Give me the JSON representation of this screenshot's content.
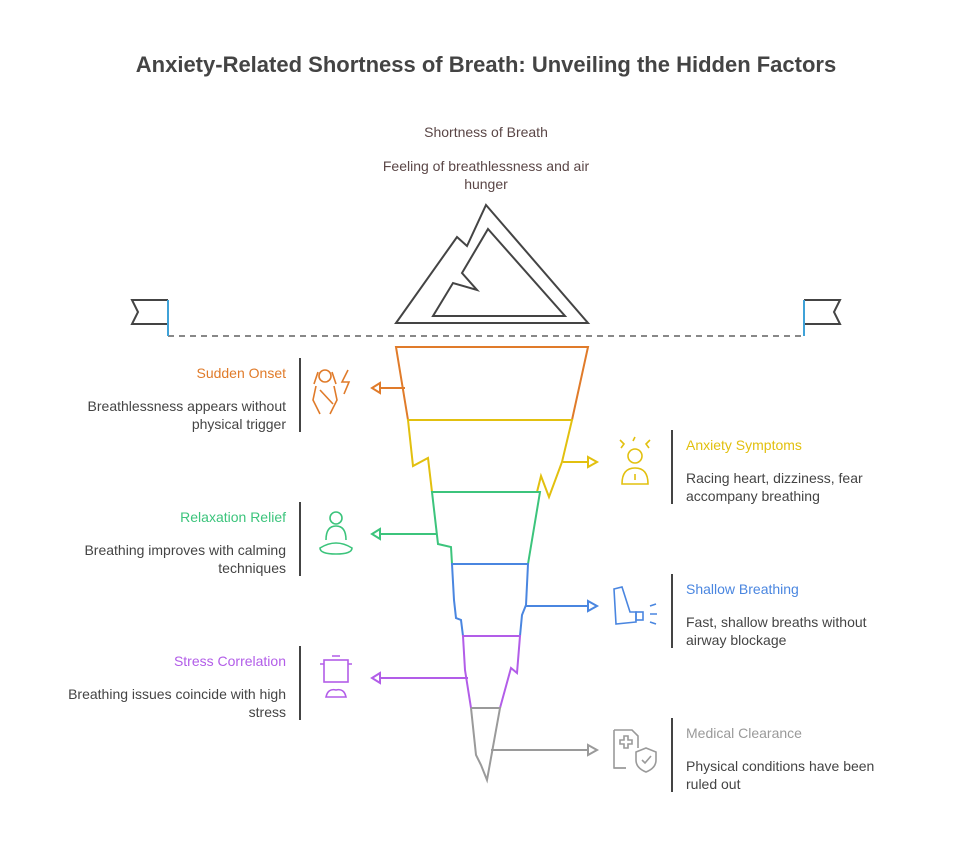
{
  "title": "Anxiety-Related Shortness of Breath: Unveiling the Hidden Factors",
  "top": {
    "heading": "Shortness of Breath",
    "text": "Feeling of breathlessness and air hunger"
  },
  "colors": {
    "orange": "#e07b2a",
    "yellow": "#e2c00f",
    "green": "#3cc47c",
    "blue": "#4a86e0",
    "purple": "#b25de8",
    "gray": "#9a9a9a",
    "dark": "#444444"
  },
  "items": [
    {
      "title": "Sudden Onset",
      "text": "Breathlessness appears without physical trigger",
      "icon": "woman-lightning-icon"
    },
    {
      "title": "Anxiety Symptoms",
      "text": "Racing heart, dizziness, fear accompany breathing",
      "icon": "stressed-person-icon"
    },
    {
      "title": "Relaxation Relief",
      "text": "Breathing improves with calming techniques",
      "icon": "meditation-icon"
    },
    {
      "title": "Shallow Breathing",
      "text": "Fast, shallow breaths without airway blockage",
      "icon": "inhaler-icon"
    },
    {
      "title": "Stress Correlation",
      "text": "Breathing issues coincide with high stress",
      "icon": "boiling-pot-icon"
    },
    {
      "title": "Medical Clearance",
      "text": "Physical conditions have been ruled out",
      "icon": "medical-shield-icon"
    }
  ]
}
